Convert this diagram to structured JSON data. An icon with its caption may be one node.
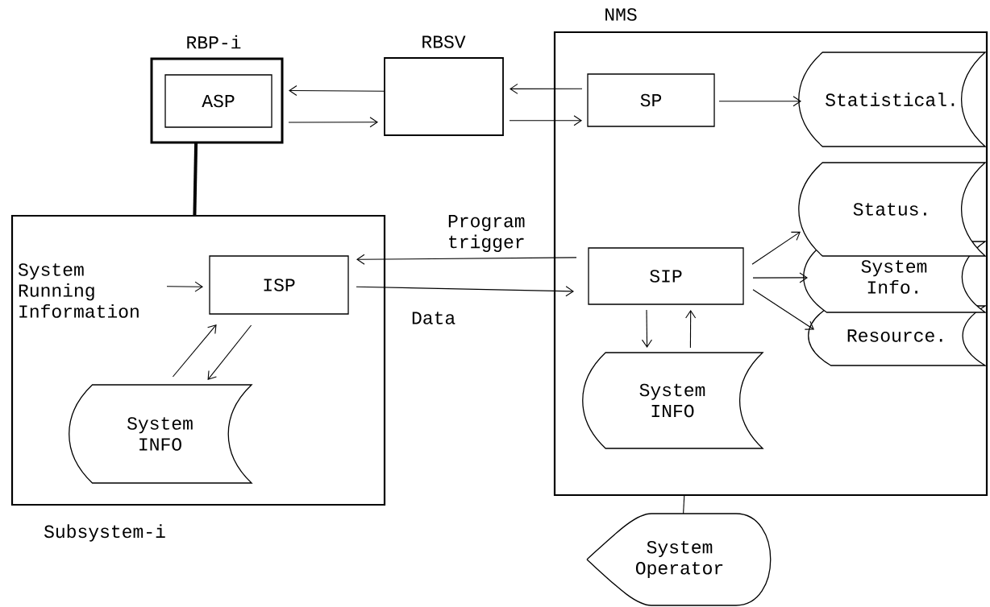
{
  "diagram": {
    "nodes": [
      {
        "text": [
          "RBP-i"
        ]
      },
      {
        "text": [
          "ASP"
        ],
        "in": 0
      },
      {
        "text": [
          "RBSV"
        ]
      },
      {
        "text": [
          "NMS"
        ]
      },
      {
        "text": [
          "SP"
        ],
        "in": 3
      },
      {
        "text": [
          "Statistical."
        ],
        "in": 3
      },
      {
        "text": [
          "Subsystem-i"
        ]
      },
      {
        "text": [
          "ISP"
        ],
        "in": 6
      },
      {
        "text": [
          "System INFO"
        ],
        "in": 6
      },
      {
        "text": [
          "SIP"
        ],
        "in": 3
      },
      {
        "text": [
          "Status."
        ],
        "in": 3
      },
      {
        "text": [
          "System Info."
        ],
        "in": 3
      },
      {
        "text": [
          "Resource."
        ],
        "in": 3
      },
      {
        "text": [
          "System INFO"
        ],
        "in": 3
      },
      {
        "text": [
          "System Operator"
        ]
      },
      {
        "text": [
          "System Running Information"
        ],
        "in": 6
      }
    ],
    "edges": [
      {
        "from": 2,
        "to": 0,
        "arrow": "to"
      },
      {
        "from": 0,
        "to": 2,
        "arrow": "to"
      },
      {
        "from": 4,
        "to": 2,
        "arrow": "to"
      },
      {
        "from": 2,
        "to": 4,
        "arrow": "to"
      },
      {
        "from": 4,
        "to": 5,
        "arrow": "to"
      },
      {
        "from": 0,
        "to": 6,
        "arrow": "none",
        "style": "thick"
      },
      {
        "from": 9,
        "to": 7,
        "arrow": "to",
        "label": "Program trigger"
      },
      {
        "from": 7,
        "to": 9,
        "arrow": "to",
        "label": "Data"
      },
      {
        "from": 15,
        "to": 7,
        "arrow": "to"
      },
      {
        "from": 8,
        "to": 7,
        "arrow": "to"
      },
      {
        "from": 7,
        "to": 8,
        "arrow": "to"
      },
      {
        "from": 9,
        "to": 10,
        "arrow": "to"
      },
      {
        "from": 9,
        "to": 11,
        "arrow": "to"
      },
      {
        "from": 9,
        "to": 12,
        "arrow": "to"
      },
      {
        "from": 9,
        "to": 13,
        "arrow": "to"
      },
      {
        "from": 13,
        "to": 9,
        "arrow": "to"
      },
      {
        "from": 3,
        "to": 14,
        "arrow": "none"
      }
    ]
  }
}
